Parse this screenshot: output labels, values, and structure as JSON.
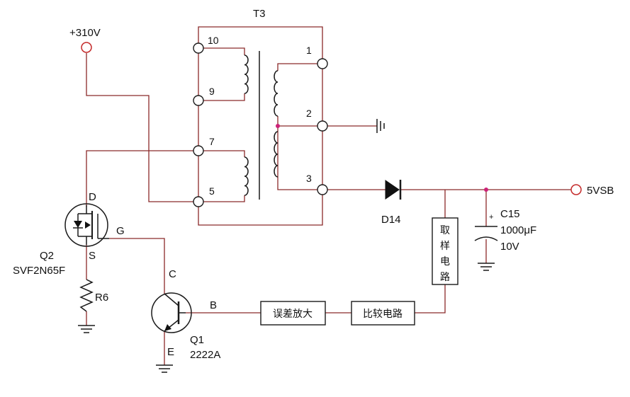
{
  "transformer": {
    "ref": "T3",
    "pins": [
      "10",
      "9",
      "7",
      "5",
      "1",
      "2",
      "3"
    ]
  },
  "input": {
    "label": "+310V"
  },
  "output": {
    "label": "5VSB"
  },
  "diode": {
    "ref": "D14"
  },
  "capacitor": {
    "ref": "C15",
    "value": "1000μF",
    "voltage": "10V",
    "polarity": "+"
  },
  "mosfet": {
    "ref": "Q2",
    "part": "SVF2N65F",
    "pin_d": "D",
    "pin_g": "G",
    "pin_s": "S"
  },
  "resistor": {
    "ref": "R6"
  },
  "transistor": {
    "ref": "Q1",
    "part": "2222A",
    "pin_c": "C",
    "pin_b": "B",
    "pin_e": "E"
  },
  "blocks": {
    "sampling": [
      "取",
      "样",
      "电",
      "路"
    ],
    "comparator": "比较电路",
    "error_amp": "误差放大"
  },
  "colors": {
    "wire": "#8b2a2a",
    "component": "#1a1a1a",
    "node_dot": "#cc2277",
    "terminal": "#c42a2a"
  }
}
